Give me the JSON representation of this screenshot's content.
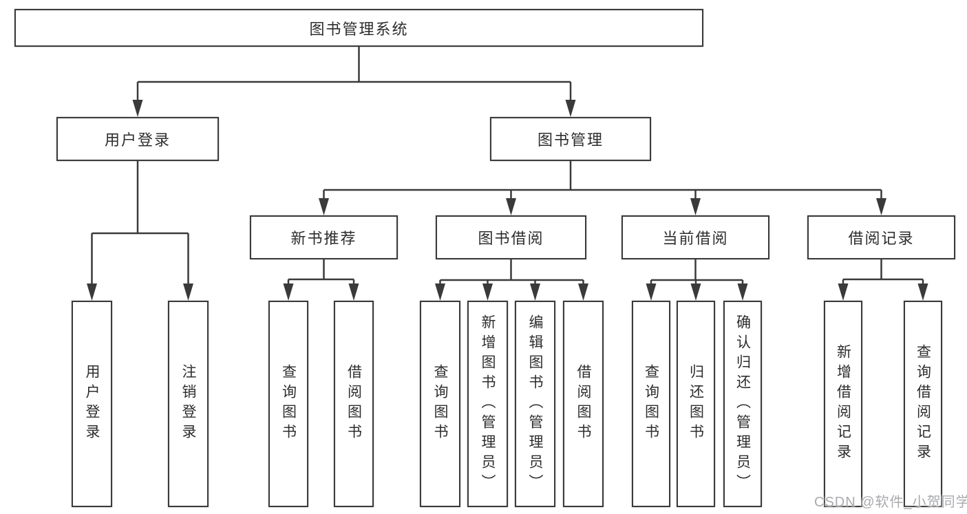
{
  "diagram": {
    "type": "hierarchy-tree",
    "title": "图书管理系统",
    "watermark": "CSDN @软件_小贺同学",
    "colors": {
      "line": "#3a3a3a",
      "text": "#2d2d2d",
      "watermark_text": "#a9aaad",
      "background": "#ffffff"
    },
    "nodes": {
      "root": {
        "label": "图书管理系统"
      },
      "user_login": {
        "label": "用户登录"
      },
      "book_mgmt": {
        "label": "图书管理"
      },
      "new_book": {
        "label": "新书推荐"
      },
      "book_borrow": {
        "label": "图书借阅"
      },
      "current_borrow": {
        "label": "当前借阅"
      },
      "borrow_record": {
        "label": "借阅记录"
      },
      "leaf_user_login": {
        "label": "用户登录"
      },
      "leaf_logout": {
        "label": "注销登录"
      },
      "leaf_nb_query": {
        "label": "查询图书"
      },
      "leaf_nb_borrow": {
        "label": "借阅图书"
      },
      "leaf_bb_query": {
        "label": "查询图书"
      },
      "leaf_bb_add": {
        "label": "新增图书（管理员）"
      },
      "leaf_bb_edit": {
        "label": "编辑图书（管理员）"
      },
      "leaf_bb_borrow": {
        "label": "借阅图书"
      },
      "leaf_cb_query": {
        "label": "查询图书"
      },
      "leaf_cb_return": {
        "label": "归还图书"
      },
      "leaf_cb_confirm": {
        "label": "确认归还（管理员）"
      },
      "leaf_br_add": {
        "label": "新增借阅记录"
      },
      "leaf_br_query": {
        "label": "查询借阅记录"
      }
    },
    "edges": [
      "root->user_login",
      "root->book_mgmt",
      "user_login->leaf_user_login",
      "user_login->leaf_logout",
      "book_mgmt->new_book",
      "book_mgmt->book_borrow",
      "book_mgmt->current_borrow",
      "book_mgmt->borrow_record",
      "new_book->leaf_nb_query",
      "new_book->leaf_nb_borrow",
      "book_borrow->leaf_bb_query",
      "book_borrow->leaf_bb_add",
      "book_borrow->leaf_bb_edit",
      "book_borrow->leaf_bb_borrow",
      "current_borrow->leaf_cb_query",
      "current_borrow->leaf_cb_return",
      "current_borrow->leaf_cb_confirm",
      "borrow_record->leaf_br_add",
      "borrow_record->leaf_br_query"
    ]
  }
}
